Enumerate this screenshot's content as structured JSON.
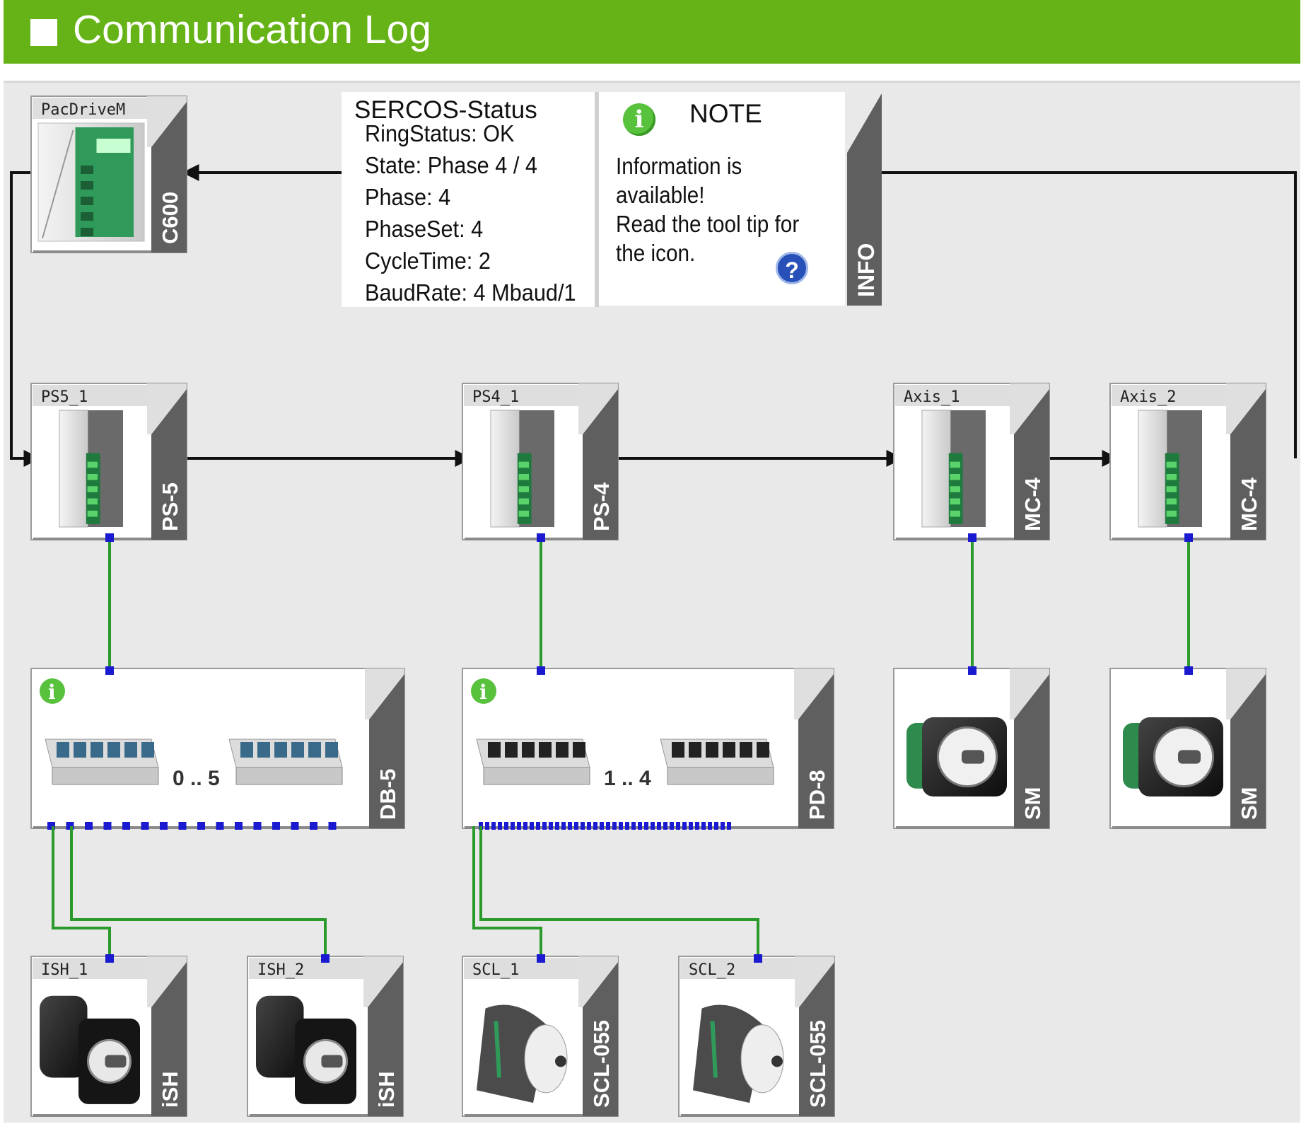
{
  "header": {
    "title": "Communication Log"
  },
  "status": {
    "title": "SERCOS-Status",
    "lines": [
      "RingStatus: OK",
      "State: Phase 4 / 4",
      "Phase: 4",
      "PhaseSet: 4",
      "CycleTime: 2",
      "BaudRate: 4 Mbaud/1"
    ]
  },
  "note": {
    "title": "NOTE",
    "lines": [
      "Information is",
      "available!",
      "Read the tool tip for",
      "the icon."
    ],
    "tab_label": "INFO"
  },
  "devices": {
    "controller": {
      "name": "PacDriveM",
      "type": "C600"
    },
    "ps5": {
      "name": "PS5_1",
      "type": "PS-5"
    },
    "ps4": {
      "name": "PS4_1",
      "type": "PS-4"
    },
    "axis1": {
      "name": "Axis_1",
      "type": "MC-4"
    },
    "axis2": {
      "name": "Axis_2",
      "type": "MC-4"
    },
    "db5": {
      "name": "",
      "type": "DB-5",
      "range": "0 .. 5"
    },
    "pd8": {
      "name": "",
      "type": "PD-8",
      "range": "1 .. 4"
    },
    "sm1": {
      "name": "",
      "type": "SM"
    },
    "sm2": {
      "name": "",
      "type": "SM"
    },
    "ish1": {
      "name": "ISH_1",
      "type": "iSH"
    },
    "ish2": {
      "name": "ISH_2",
      "type": "iSH"
    },
    "scl1": {
      "name": "SCL_1",
      "type": "SCL-055"
    },
    "scl2": {
      "name": "SCL_2",
      "type": "SCL-055"
    }
  },
  "colors": {
    "header": "#66b318",
    "ring_line": "#111111",
    "bus_line": "#2a9a2a",
    "connector": "#1a1ad0",
    "info_icon": "#58c23c",
    "help_icon": "#2750b8"
  },
  "icons": [
    "info-icon",
    "help-icon",
    "drive-icon",
    "motor-icon",
    "distribution-box-icon"
  ]
}
